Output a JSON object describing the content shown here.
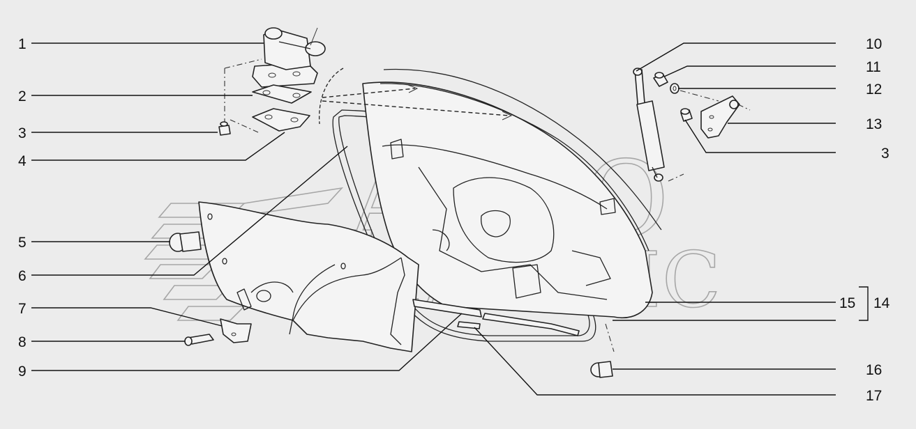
{
  "callouts": {
    "c1": "1",
    "c2": "2",
    "c3a": "3",
    "c4": "4",
    "c5": "5",
    "c6": "6",
    "c7": "7",
    "c8": "8",
    "c9": "9",
    "c10": "10",
    "c11": "11",
    "c12": "12",
    "c13": "13",
    "c3b": "3",
    "c15": "15",
    "c14": "14",
    "c16": "16",
    "c17": "17"
  },
  "watermark": {
    "line1": "АВТО",
    "line2": "АЛЬЯНС"
  }
}
